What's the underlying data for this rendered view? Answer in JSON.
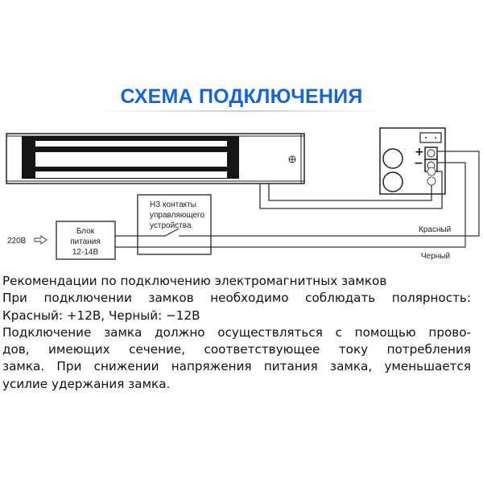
{
  "title": "СХЕМА ПОДКЛЮЧЕНИЯ",
  "diagram": {
    "input_voltage": "220В",
    "psu_label": [
      "Блок",
      "питания",
      "12-14В"
    ],
    "nc_label": [
      "НЗ контакты",
      "управляющего",
      "устройства"
    ],
    "wire_red": "Красный",
    "wire_black": "Черный",
    "plus": "+",
    "minus": "−"
  },
  "notes": {
    "lines": [
      "Рекомендации по подключению электромагнитных замков",
      "При подключении замков необходимо соблюдать полярность:",
      "Красный: +12В, Черный: −12В",
      "Подключение замка должно осуществляться с помощью прово-",
      "дов, имеющих сечение, соответствующее току потребления",
      "замка. При снижении напряжения питания замка, уменьшается",
      "усилие удержания замка."
    ]
  }
}
